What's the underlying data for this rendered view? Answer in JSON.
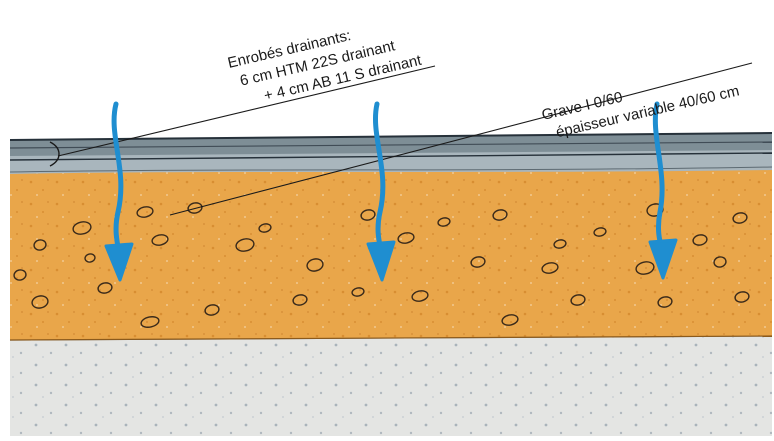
{
  "labels": {
    "enrobes": {
      "line1": "Enrobés drainants:",
      "line2": "6 cm HTM 22S drainant",
      "line3": "+ 4 cm AB 11 S drainant"
    },
    "grave": {
      "line1": "Grave I 0/60",
      "line2": "épaisseur variable 40/60 cm"
    }
  },
  "colors": {
    "asphalt_top": "#7e8e96",
    "asphalt_band": "#a9b6bd",
    "gravel_layer": "#e9a64a",
    "gravel_speckle": "#c97a1f",
    "subgrade": "#e4e5e3",
    "subgrade_dots": "#9aa6b0",
    "water_arrow": "#1f8ed0",
    "line": "#1a1a1a"
  },
  "icons": [
    "water-flow-arrow-icon"
  ]
}
